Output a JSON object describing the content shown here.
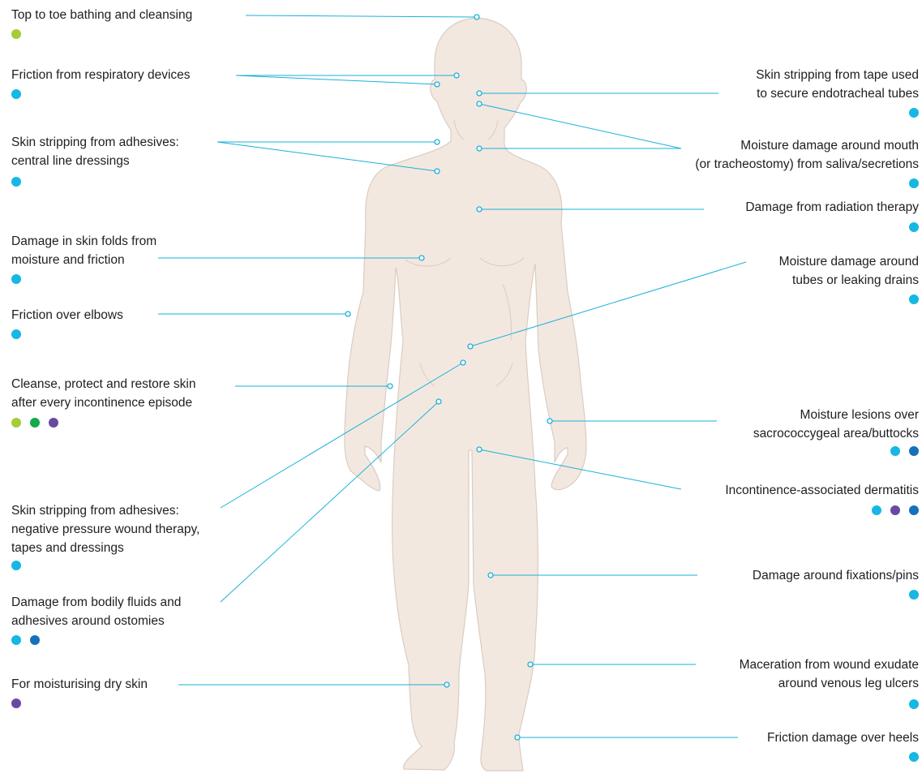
{
  "colors": {
    "body_fill": "#f3e8e0",
    "body_stroke": "#d9ccc2",
    "leader": "#1ab1d9",
    "green_lime": "#a6cc38",
    "green": "#16a94a",
    "purple": "#6a4aa1",
    "cyan": "#16b7e3",
    "blue": "#1670ba"
  },
  "callouts": [
    {
      "id": "bathing",
      "lines": [
        "Top to toe bathing and cleansing"
      ],
      "dots": [
        "green_lime"
      ]
    },
    {
      "id": "respiratory",
      "lines": [
        "Friction from respiratory devices"
      ],
      "dots": [
        "cyan"
      ]
    },
    {
      "id": "central-line",
      "lines": [
        "Skin stripping from adhesives:",
        "central line dressings"
      ],
      "dots": [
        "cyan"
      ]
    },
    {
      "id": "skin-folds",
      "lines": [
        "Damage in skin folds from",
        "moisture and friction"
      ],
      "dots": [
        "cyan"
      ]
    },
    {
      "id": "elbows",
      "lines": [
        "Friction over elbows"
      ],
      "dots": [
        "cyan"
      ]
    },
    {
      "id": "incontinence-episode",
      "lines": [
        "Cleanse, protect and restore skin",
        "after every incontinence episode"
      ],
      "dots": [
        "green_lime",
        "green",
        "purple"
      ]
    },
    {
      "id": "npwt",
      "lines": [
        "Skin stripping from adhesives:",
        "negative pressure wound therapy,",
        "tapes and dressings"
      ],
      "dots": [
        "cyan"
      ]
    },
    {
      "id": "ostomies",
      "lines": [
        "Damage from bodily fluids and",
        "adhesives around ostomies"
      ],
      "dots": [
        "cyan",
        "blue"
      ]
    },
    {
      "id": "dry-skin",
      "lines": [
        "For moisturising dry skin"
      ],
      "dots": [
        "purple"
      ]
    },
    {
      "id": "endotracheal",
      "lines": [
        "Skin stripping from tape used",
        "to secure endotracheal tubes"
      ],
      "dots": [
        "cyan"
      ]
    },
    {
      "id": "mouth-moisture",
      "lines": [
        "Moisture damage around mouth",
        "(or tracheostomy) from saliva/secretions"
      ],
      "dots": [
        "cyan"
      ]
    },
    {
      "id": "radiation",
      "lines": [
        "Damage from radiation therapy"
      ],
      "dots": [
        "cyan"
      ]
    },
    {
      "id": "drains",
      "lines": [
        "Moisture damage around",
        "tubes or leaking drains"
      ],
      "dots": [
        "cyan"
      ]
    },
    {
      "id": "sacrococcygeal",
      "lines": [
        "Moisture lesions over",
        "sacrococcygeal area/buttocks"
      ],
      "dots": [
        "cyan",
        "blue"
      ]
    },
    {
      "id": "iad",
      "lines": [
        "Incontinence-associated dermatitis"
      ],
      "dots": [
        "cyan",
        "purple",
        "blue"
      ]
    },
    {
      "id": "fixations",
      "lines": [
        "Damage around fixations/pins"
      ],
      "dots": [
        "cyan"
      ]
    },
    {
      "id": "maceration",
      "lines": [
        "Maceration from wound exudate",
        "around venous leg ulcers"
      ],
      "dots": [
        "cyan"
      ]
    },
    {
      "id": "heels",
      "lines": [
        "Friction damage over heels"
      ],
      "dots": [
        "cyan"
      ]
    }
  ]
}
